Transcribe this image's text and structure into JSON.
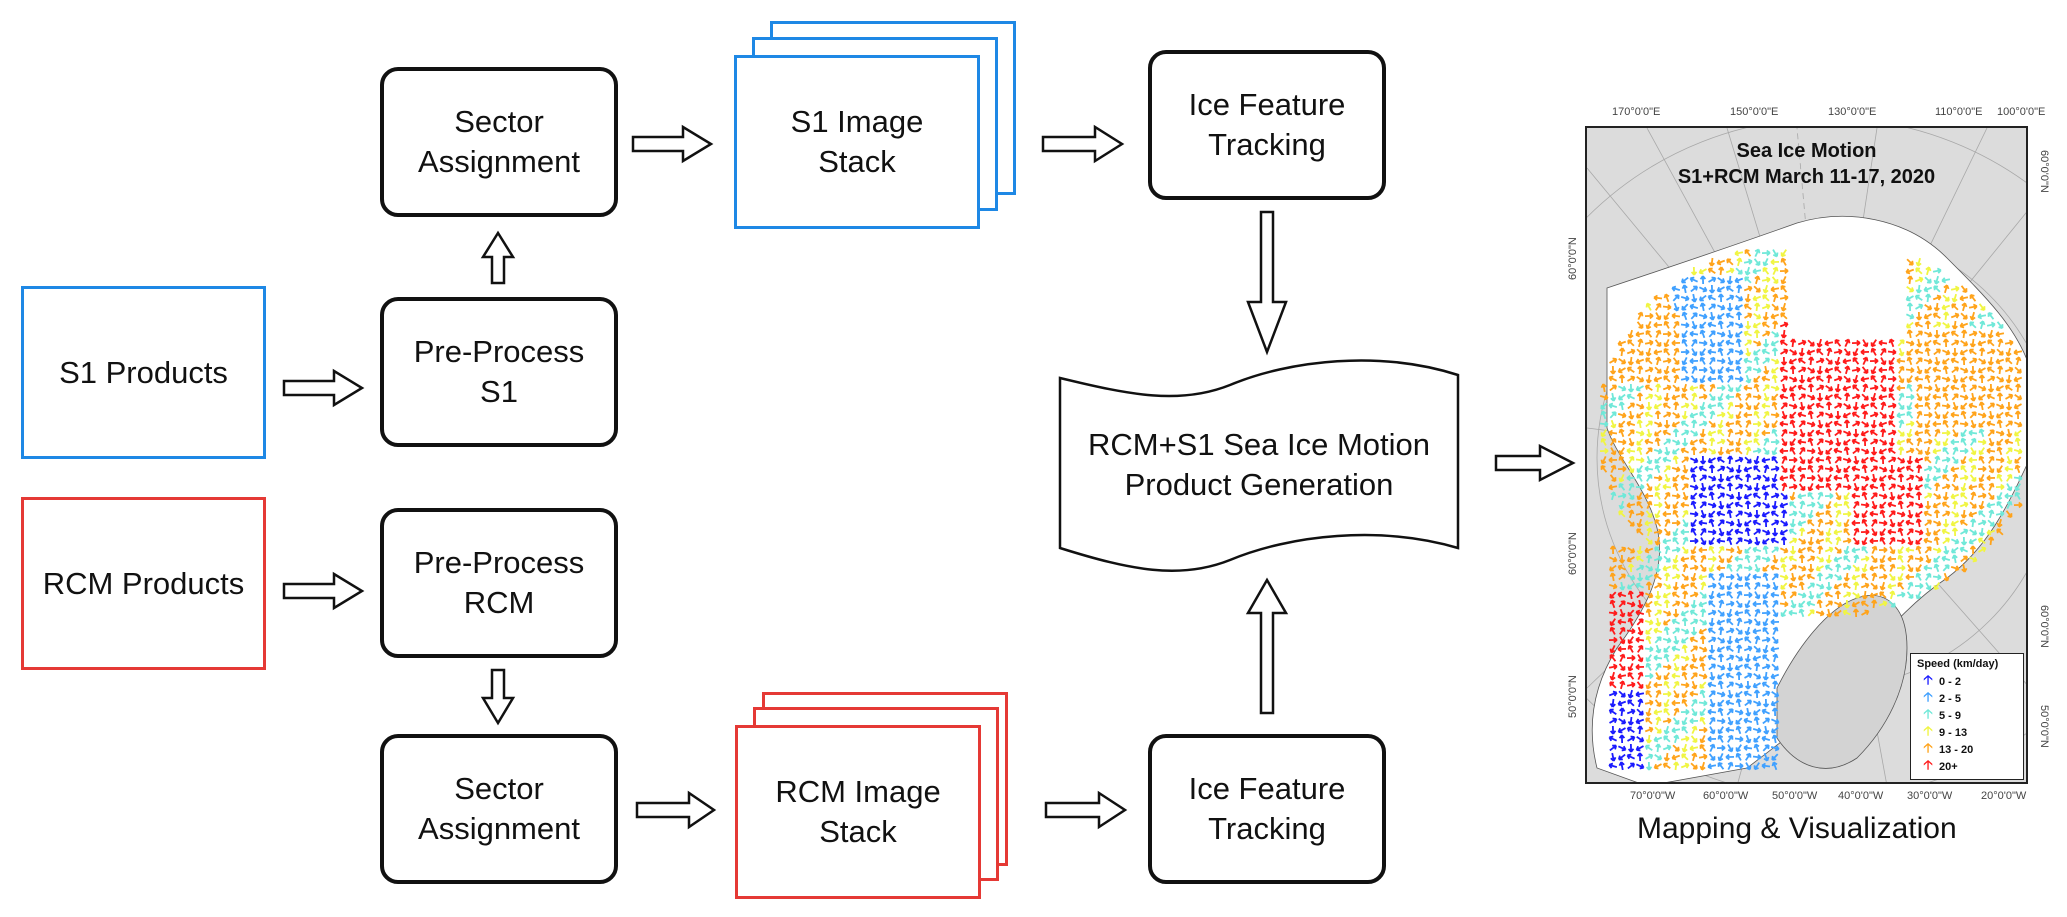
{
  "nodes": {
    "s1_products": "S1 Products",
    "rcm_products": "RCM Products",
    "preprocess_s1": "Pre-Process\nS1",
    "preprocess_rcm": "Pre-Process\nRCM",
    "sector_assignment_top": "Sector\nAssignment",
    "sector_assignment_bottom": "Sector\nAssignment",
    "s1_image_stack": "S1 Image\nStack",
    "rcm_image_stack": "RCM Image\nStack",
    "ice_tracking_top": "Ice Feature\nTracking",
    "ice_tracking_bottom": "Ice Feature\nTracking",
    "product_generation": "RCM+S1 Sea Ice Motion\nProduct Generation"
  },
  "colors": {
    "s1": "#1e88e5",
    "rcm": "#e53935",
    "process": "#111111"
  },
  "map": {
    "title_line1": "Sea Ice Motion",
    "title_line2": "S1+RCM March 11-17, 2020",
    "top_ticks": [
      "170°0'0\"E",
      "150°0'0\"E",
      "130°0'0\"E",
      "110°0'0\"E",
      "100°0'0\"E"
    ],
    "bottom_ticks": [
      "70°0'0\"W",
      "60°0'0\"W",
      "50°0'0\"W",
      "40°0'0\"W",
      "30°0'0\"W",
      "20°0'0\"W"
    ],
    "left_ticks": [
      "60°0'0\"N",
      "60°0'0\"N",
      "50°0'0\"N"
    ],
    "right_ticks": [
      "60°0'0\"N",
      "60°0'0\"N",
      "50°0'0\"N"
    ],
    "legend": {
      "title": "Speed (km/day)",
      "items": [
        {
          "label": "0 - 2",
          "color": "#1a1aff"
        },
        {
          "label": "2 - 5",
          "color": "#3fa0ff"
        },
        {
          "label": "5 - 9",
          "color": "#6fe8d8"
        },
        {
          "label": "9 - 13",
          "color": "#f0f542"
        },
        {
          "label": "13 - 20",
          "color": "#ffa31a"
        },
        {
          "label": "20+",
          "color": "#ff1a1a"
        }
      ]
    }
  },
  "caption": "Mapping & Visualization"
}
